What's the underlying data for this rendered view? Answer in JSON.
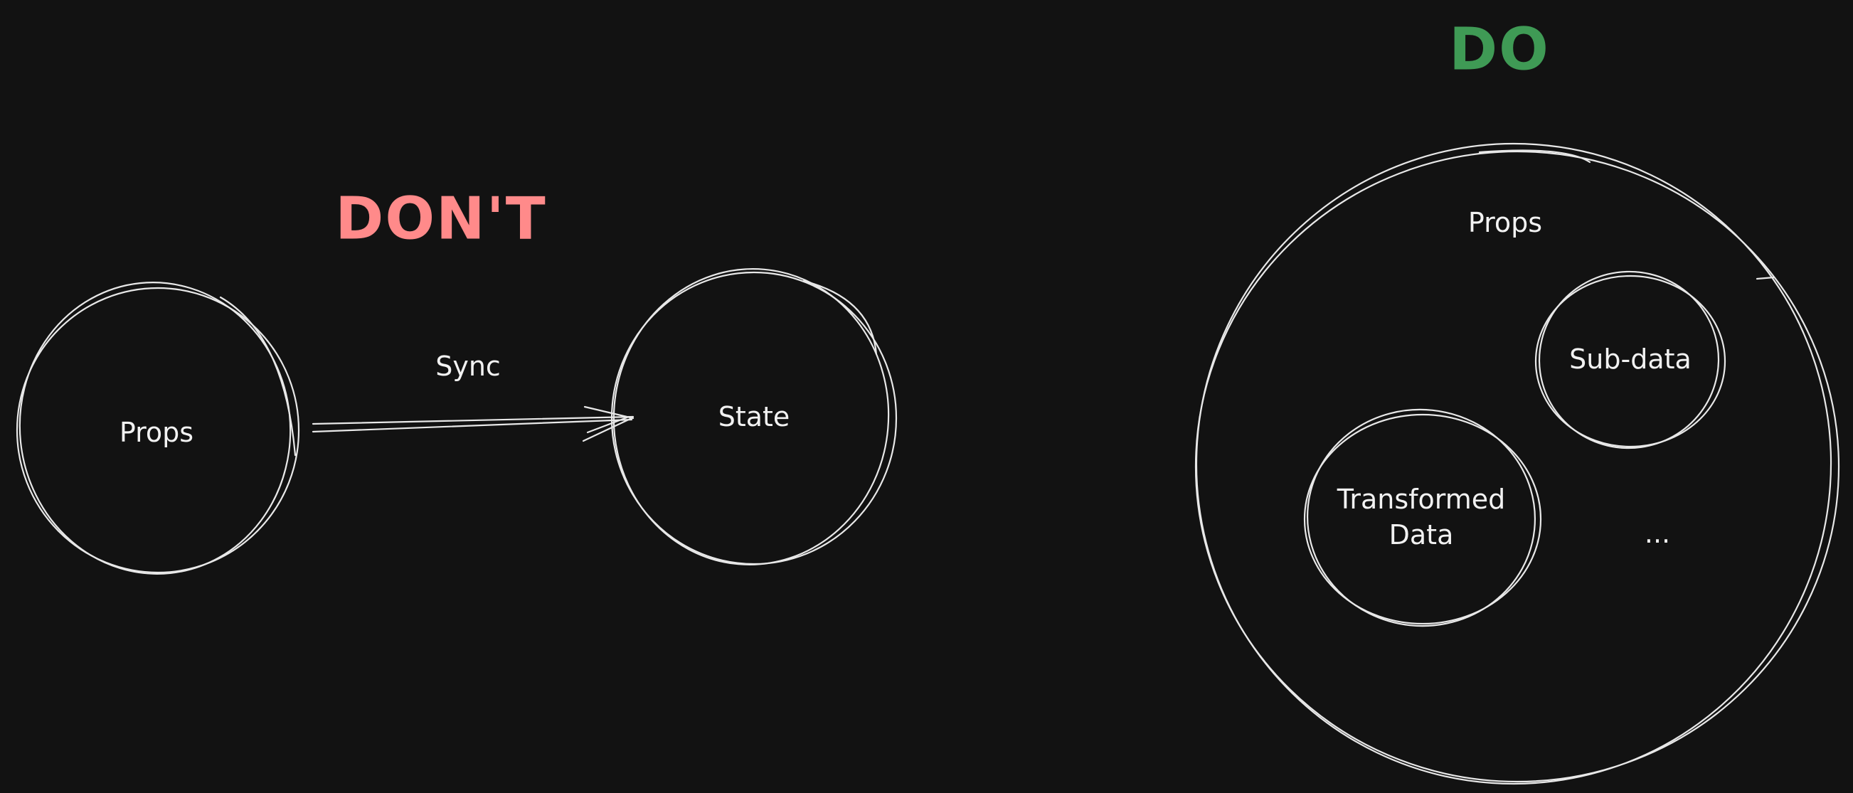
{
  "headings": {
    "dont": "DON'T",
    "do": "DO"
  },
  "dont_section": {
    "left_circle_label": "Props",
    "arrow_label": "Sync",
    "right_circle_label": "State"
  },
  "do_section": {
    "outer_circle_label": "Props",
    "inner_circles": [
      {
        "label": "Sub-data"
      },
      {
        "label": "Transformed\nData"
      }
    ],
    "ellipsis": "..."
  },
  "colors": {
    "background": "#121212",
    "stroke": "#e8e8e8",
    "dont": "#ff8a8a",
    "do": "#3f9a55"
  }
}
